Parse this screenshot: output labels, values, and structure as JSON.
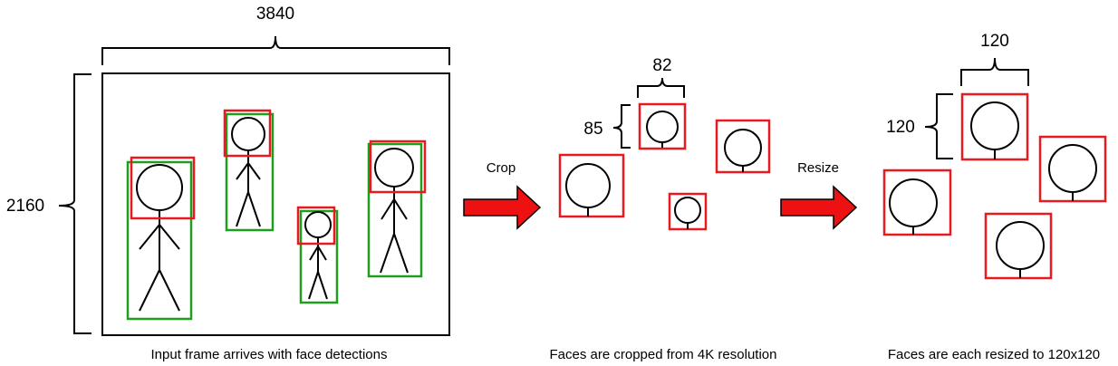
{
  "colors": {
    "face_box": "#e8191f",
    "body_box": "#1e9e1e",
    "arrow_fill": "#ee1111",
    "line": "#000000"
  },
  "panel_input": {
    "width_label": "3840",
    "height_label": "2160",
    "caption": "Input frame arrives with face detections"
  },
  "arrow_crop": {
    "label": "Crop"
  },
  "panel_cropped": {
    "width_label": "82",
    "height_label": "85",
    "caption": "Faces are cropped from 4K resolution"
  },
  "arrow_resize": {
    "label": "Resize"
  },
  "panel_resized": {
    "width_label": "120",
    "height_label": "120",
    "caption": "Faces are each resized to 120x120"
  }
}
